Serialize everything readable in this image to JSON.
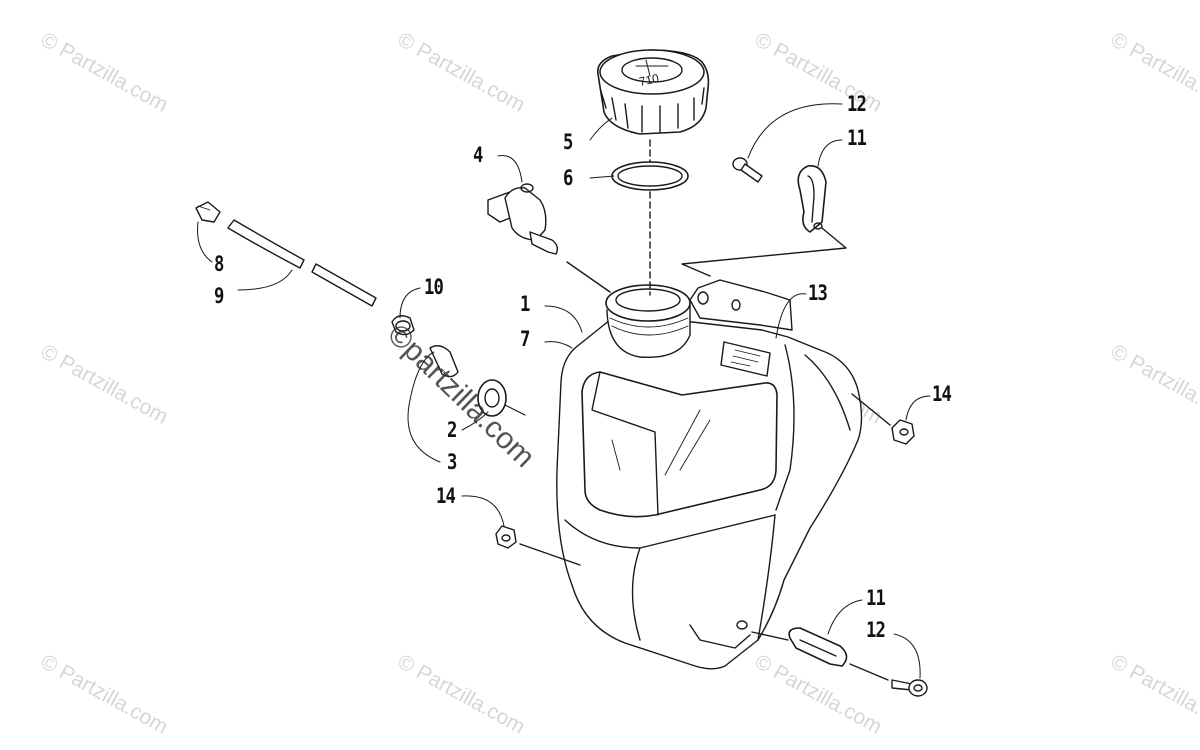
{
  "watermark": {
    "text": "© Partzilla.com",
    "center_text": "©partzilla.com"
  },
  "fuel_cap": {
    "marking": "710"
  },
  "callouts": [
    {
      "id": "c1",
      "label": "1"
    },
    {
      "id": "c2",
      "label": "2"
    },
    {
      "id": "c3",
      "label": "3"
    },
    {
      "id": "c4",
      "label": "4"
    },
    {
      "id": "c5",
      "label": "5"
    },
    {
      "id": "c6",
      "label": "6"
    },
    {
      "id": "c7",
      "label": "7"
    },
    {
      "id": "c8",
      "label": "8"
    },
    {
      "id": "c9",
      "label": "9"
    },
    {
      "id": "c10",
      "label": "10"
    },
    {
      "id": "c11a",
      "label": "11"
    },
    {
      "id": "c11b",
      "label": "11"
    },
    {
      "id": "c12a",
      "label": "12"
    },
    {
      "id": "c12b",
      "label": "12"
    },
    {
      "id": "c13",
      "label": "13"
    },
    {
      "id": "c14a",
      "label": "14"
    },
    {
      "id": "c14b",
      "label": "14"
    }
  ],
  "colors": {
    "line": "#1a1a1a",
    "watermark": "#d6d6d6",
    "background": "#ffffff"
  }
}
